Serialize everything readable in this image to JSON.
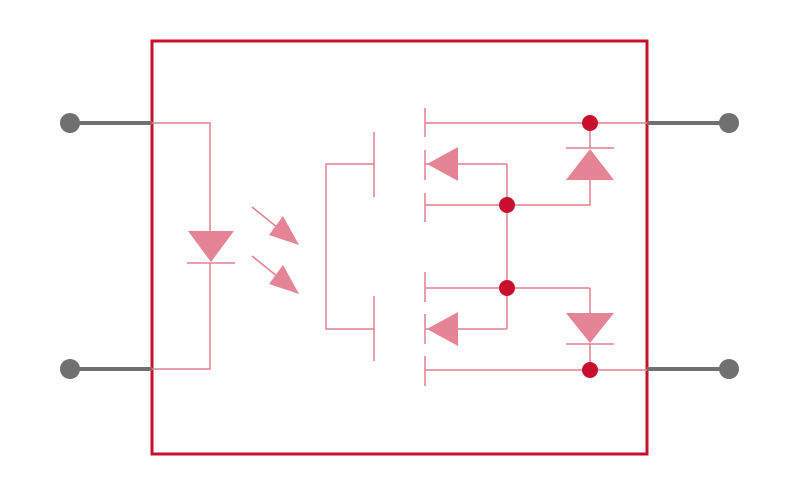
{
  "diagram": {
    "type": "photomos-relay-schematic",
    "colors": {
      "outline": "#c8102e",
      "wire": "#e0808f",
      "symbol_fill": "#e48494",
      "junction": "#c8102e",
      "pin": "#707070"
    },
    "pins": [
      {
        "id": "pin-1",
        "side": "left",
        "label": ""
      },
      {
        "id": "pin-2",
        "side": "left",
        "label": ""
      },
      {
        "id": "pin-3",
        "side": "right",
        "label": ""
      },
      {
        "id": "pin-4",
        "side": "right",
        "label": ""
      }
    ],
    "components": [
      {
        "id": "input-led",
        "kind": "led"
      },
      {
        "id": "photo-arrow-upper",
        "kind": "light-arrow"
      },
      {
        "id": "photo-arrow-lower",
        "kind": "light-arrow"
      },
      {
        "id": "mosfet-upper",
        "kind": "mosfet"
      },
      {
        "id": "mosfet-lower",
        "kind": "mosfet"
      },
      {
        "id": "body-diode-upper",
        "kind": "diode"
      },
      {
        "id": "body-diode-lower",
        "kind": "diode"
      }
    ]
  }
}
